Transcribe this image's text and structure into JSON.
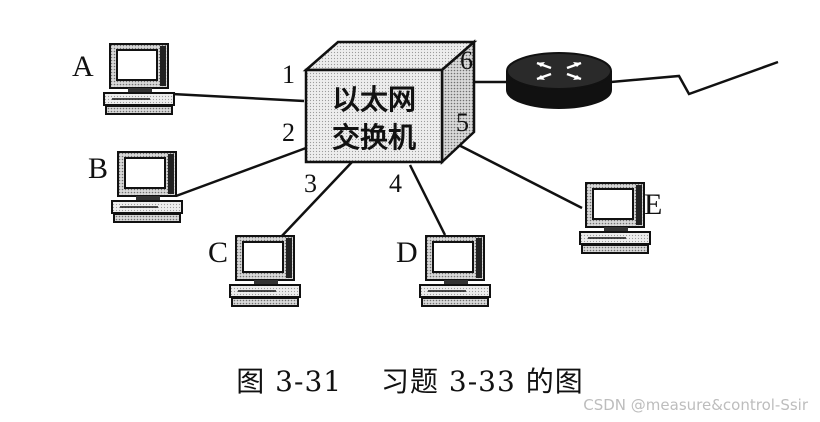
{
  "diagram": {
    "switch_label_line1": "以太网",
    "switch_label_line2": "交换机",
    "hosts": {
      "A": "A",
      "B": "B",
      "C": "C",
      "D": "D",
      "E": "E"
    },
    "ports": {
      "p1": "1",
      "p2": "2",
      "p3": "3",
      "p4": "4",
      "p5": "5",
      "p6": "6"
    }
  },
  "caption": "图 3-31　 习题 3-33 的图",
  "watermark": "CSDN @measure&control-Ssir"
}
